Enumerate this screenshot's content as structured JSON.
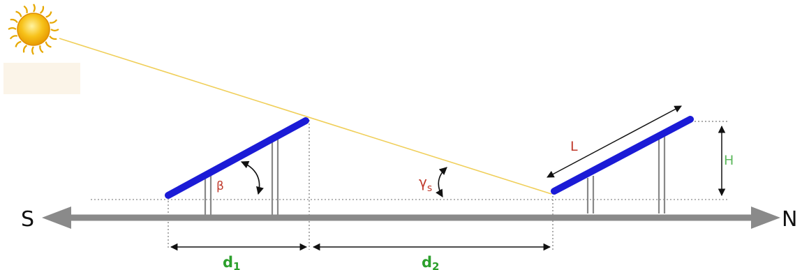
{
  "diagram": {
    "labels": {
      "south": "S",
      "north": "N",
      "tilt_angle": "β",
      "panel_length": "L",
      "panel_height": "H",
      "solar_altitude": "γ",
      "solar_altitude_sub": "s",
      "distance_1": "d",
      "distance_1_sub": "1",
      "distance_2": "d",
      "distance_2_sub": "2"
    },
    "colors": {
      "panel": "#1b1bd6",
      "sun_ray": "#f0cf5a",
      "label_red": "#c0392b",
      "label_green": "#5cb85c",
      "distance_green": "#2ca02c",
      "ground_arrow": "#808080",
      "sun": "#f6b800"
    },
    "icons": {
      "sun": "sun-icon"
    }
  }
}
